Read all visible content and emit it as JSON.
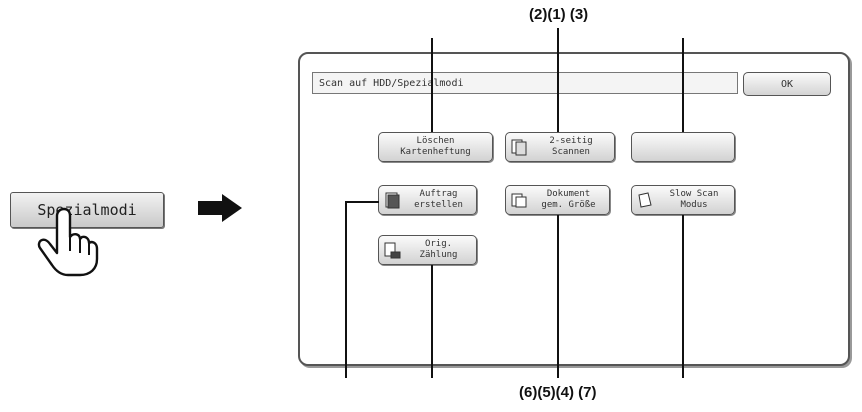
{
  "left_button": {
    "label": "Spezialmodi"
  },
  "screen": {
    "title": "Scan auf HDD/Spezialmodi",
    "ok_label": "OK",
    "buttons": {
      "loeschen": "Löschen Kartenheftung",
      "duplex_line1": "2-seitig",
      "duplex_line2": "Scannen",
      "blank": "",
      "auftrag_line1": "Auftrag",
      "auftrag_line2": "erstellen",
      "dokument_line1": "Dokument",
      "dokument_line2": "gem. Größe",
      "slow_line1": "Slow Scan",
      "slow_line2": "Modus",
      "orig_line1": "Orig.",
      "orig_line2": "Zählung"
    }
  },
  "callouts": {
    "top": "(2)(1) (3)",
    "bottom": "(6)(5)(4) (7)"
  },
  "icons": [
    "pointing-hand-icon",
    "right-arrow-icon",
    "duplex-page-icon",
    "job-build-icon",
    "document-size-icon",
    "slow-scan-icon",
    "original-count-icon"
  ]
}
